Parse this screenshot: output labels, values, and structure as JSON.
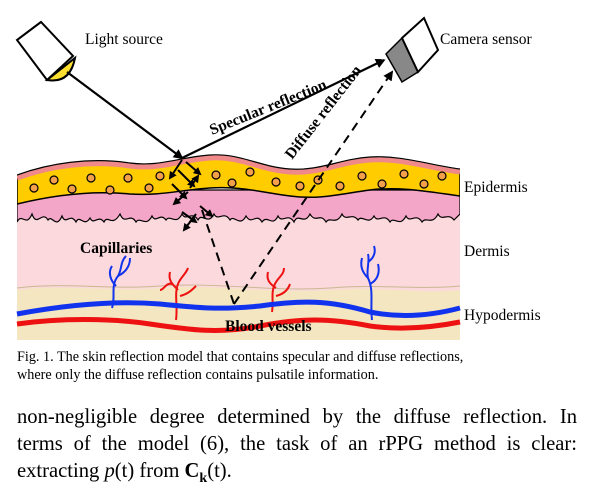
{
  "figure": {
    "labels": {
      "light_source": "Light source",
      "camera_sensor": "Camera sensor",
      "specular_reflection": "Specular reflection",
      "diffuse_reflection": "Diffuse reflection",
      "epidermis": "Epidermis",
      "dermis": "Dermis",
      "hypodermis": "Hypodermis",
      "capillaries": "Capillaries",
      "blood_vessels": "Blood vessels"
    },
    "colors": {
      "epidermis": "#ffcc00",
      "dermis_top": "#f4a6c8",
      "dermis": "#fbd9dc",
      "hypodermis": "#f4e6c0",
      "artery": "#ee1111",
      "vein": "#1133ee",
      "light_bulb": "#ffe030",
      "camera_lens": "#888888"
    },
    "caption_lines": [
      "Fig. 1.  The skin reflection model that contains specular and diffuse reflections,",
      "where only the diffuse reflection contains pulsatile information."
    ]
  },
  "body_text": {
    "line1": "non-negligible degree determined by the diffuse reflection. In",
    "line2": "terms of the model (6), the task of an rPPG method is clear:",
    "line3_prefix": "extracting ",
    "line3_p": "p",
    "line3_t1": "(t)",
    "line3_from": " from ",
    "line3_C": "C",
    "line3_k": "k",
    "line3_t2": "(t)",
    "line3_end": "."
  }
}
